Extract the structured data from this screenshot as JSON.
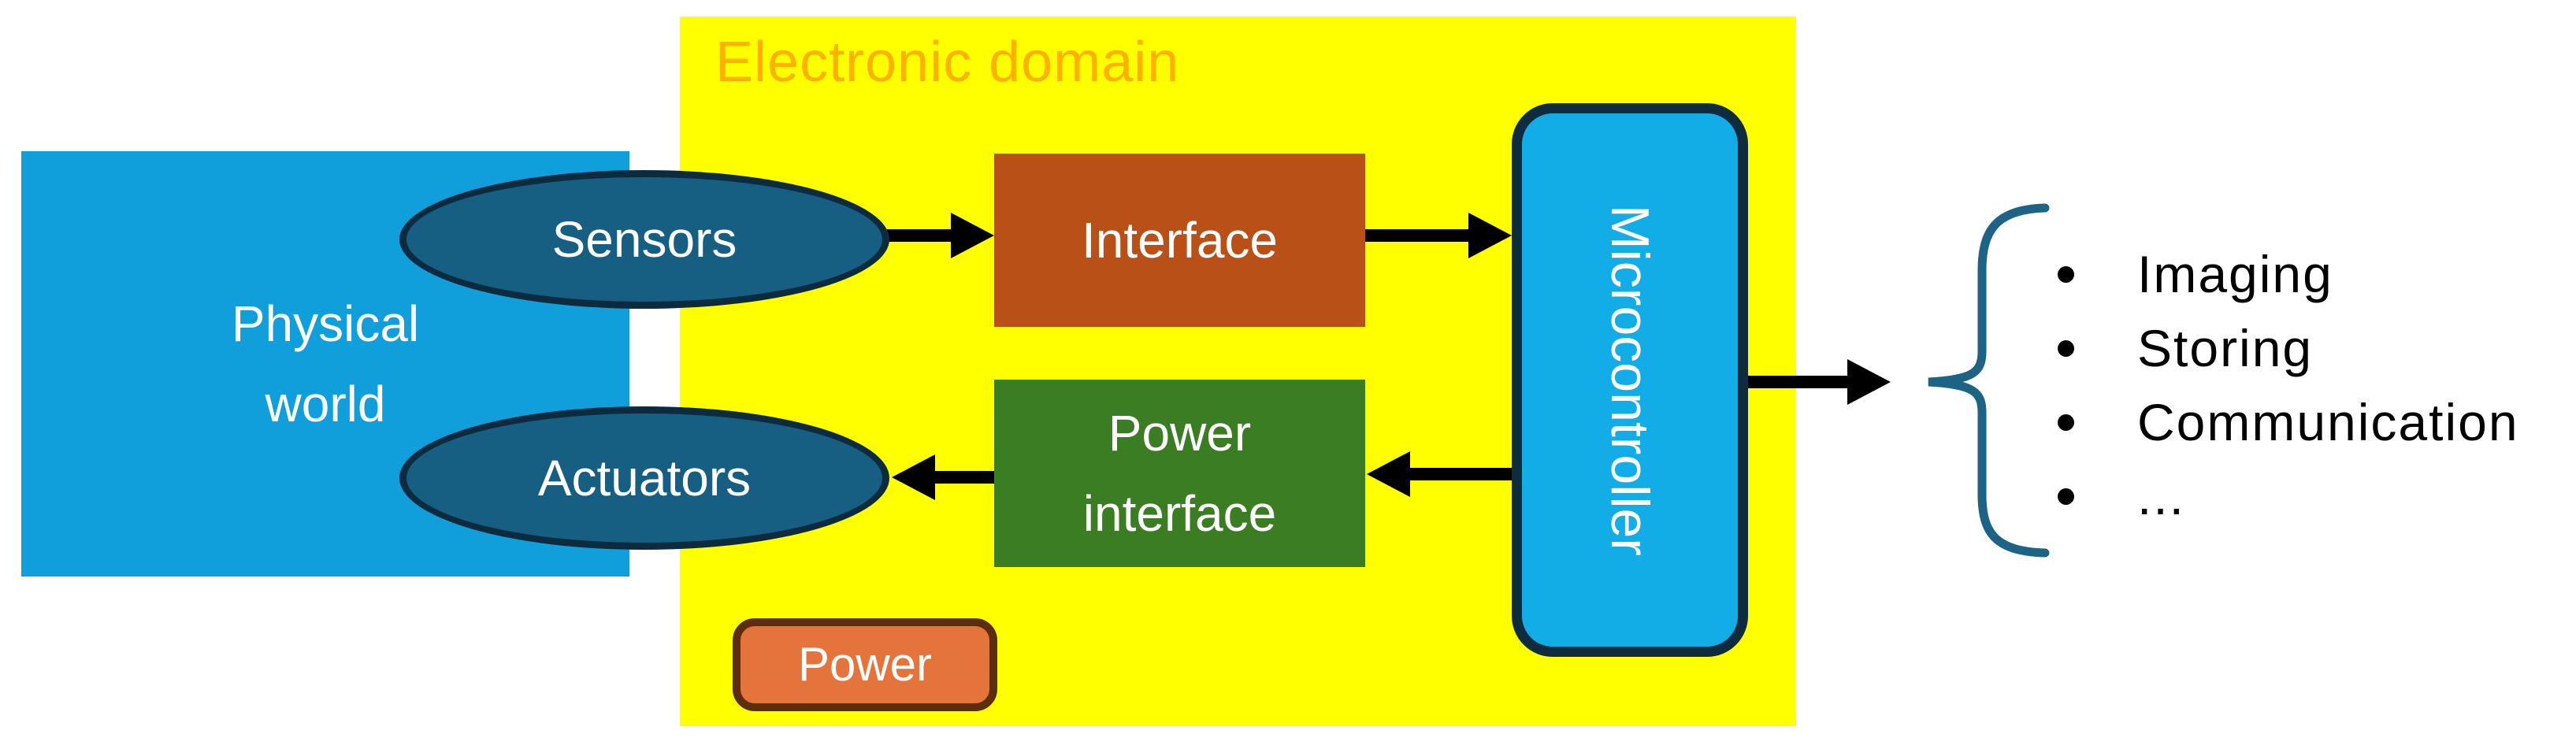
{
  "nodes": {
    "electronic_domain": {
      "label": "Electronic domain",
      "fill": "#FFFF00",
      "label_color": "#FFB100"
    },
    "physical_world": {
      "label": "Physical\nworld",
      "fill": "#109FDA",
      "label_color": "#FFFFFF"
    },
    "sensors": {
      "label": "Sensors",
      "fill": "#175E83",
      "border": "#0C2B3E",
      "label_color": "#FFFFFF"
    },
    "actuators": {
      "label": "Actuators",
      "fill": "#175E83",
      "border": "#0C2B3E",
      "label_color": "#FFFFFF"
    },
    "interface": {
      "label": "Interface",
      "fill": "#B85018",
      "label_color": "#FFFFFF"
    },
    "power_interface": {
      "label": "Power\ninterface",
      "fill": "#3B7D22",
      "label_color": "#FFFFFF"
    },
    "microcontroller": {
      "label": "Microcontroller",
      "fill": "#12ADE7",
      "border": "#0F2C3F",
      "label_color": "#FFFFFF"
    },
    "power": {
      "label": "Power",
      "fill": "#E4743C",
      "border": "#5C2E0E",
      "label_color": "#FFFFFF"
    }
  },
  "outputs": {
    "brace_color": "#1D6386",
    "items": [
      {
        "label": "Imaging"
      },
      {
        "label": "Storing"
      },
      {
        "label": "Communication"
      },
      {
        "label": "..."
      }
    ]
  },
  "arrows": {
    "color": "#000000",
    "connections": [
      "Sensors -> Interface",
      "Interface -> Microcontroller",
      "Microcontroller -> Power interface",
      "Power interface -> Actuators",
      "Microcontroller -> outputs"
    ]
  }
}
